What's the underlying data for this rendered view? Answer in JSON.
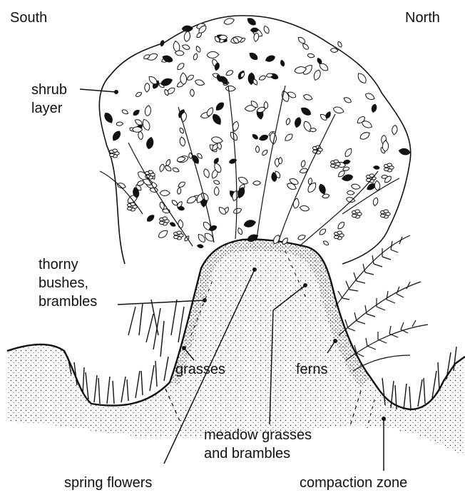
{
  "labels": {
    "south": "South",
    "north": "North",
    "shrub_layer": "shrub\nlayer",
    "thorny": "thorny\nbushes,\nbrambles",
    "grasses": "grasses",
    "ferns": "ferns",
    "meadow": "meadow grasses\nand brambles",
    "spring_flowers": "spring flowers",
    "compaction_zone": "compaction zone"
  },
  "colors": {
    "ink": "#111111",
    "paper": "#ffffff"
  }
}
